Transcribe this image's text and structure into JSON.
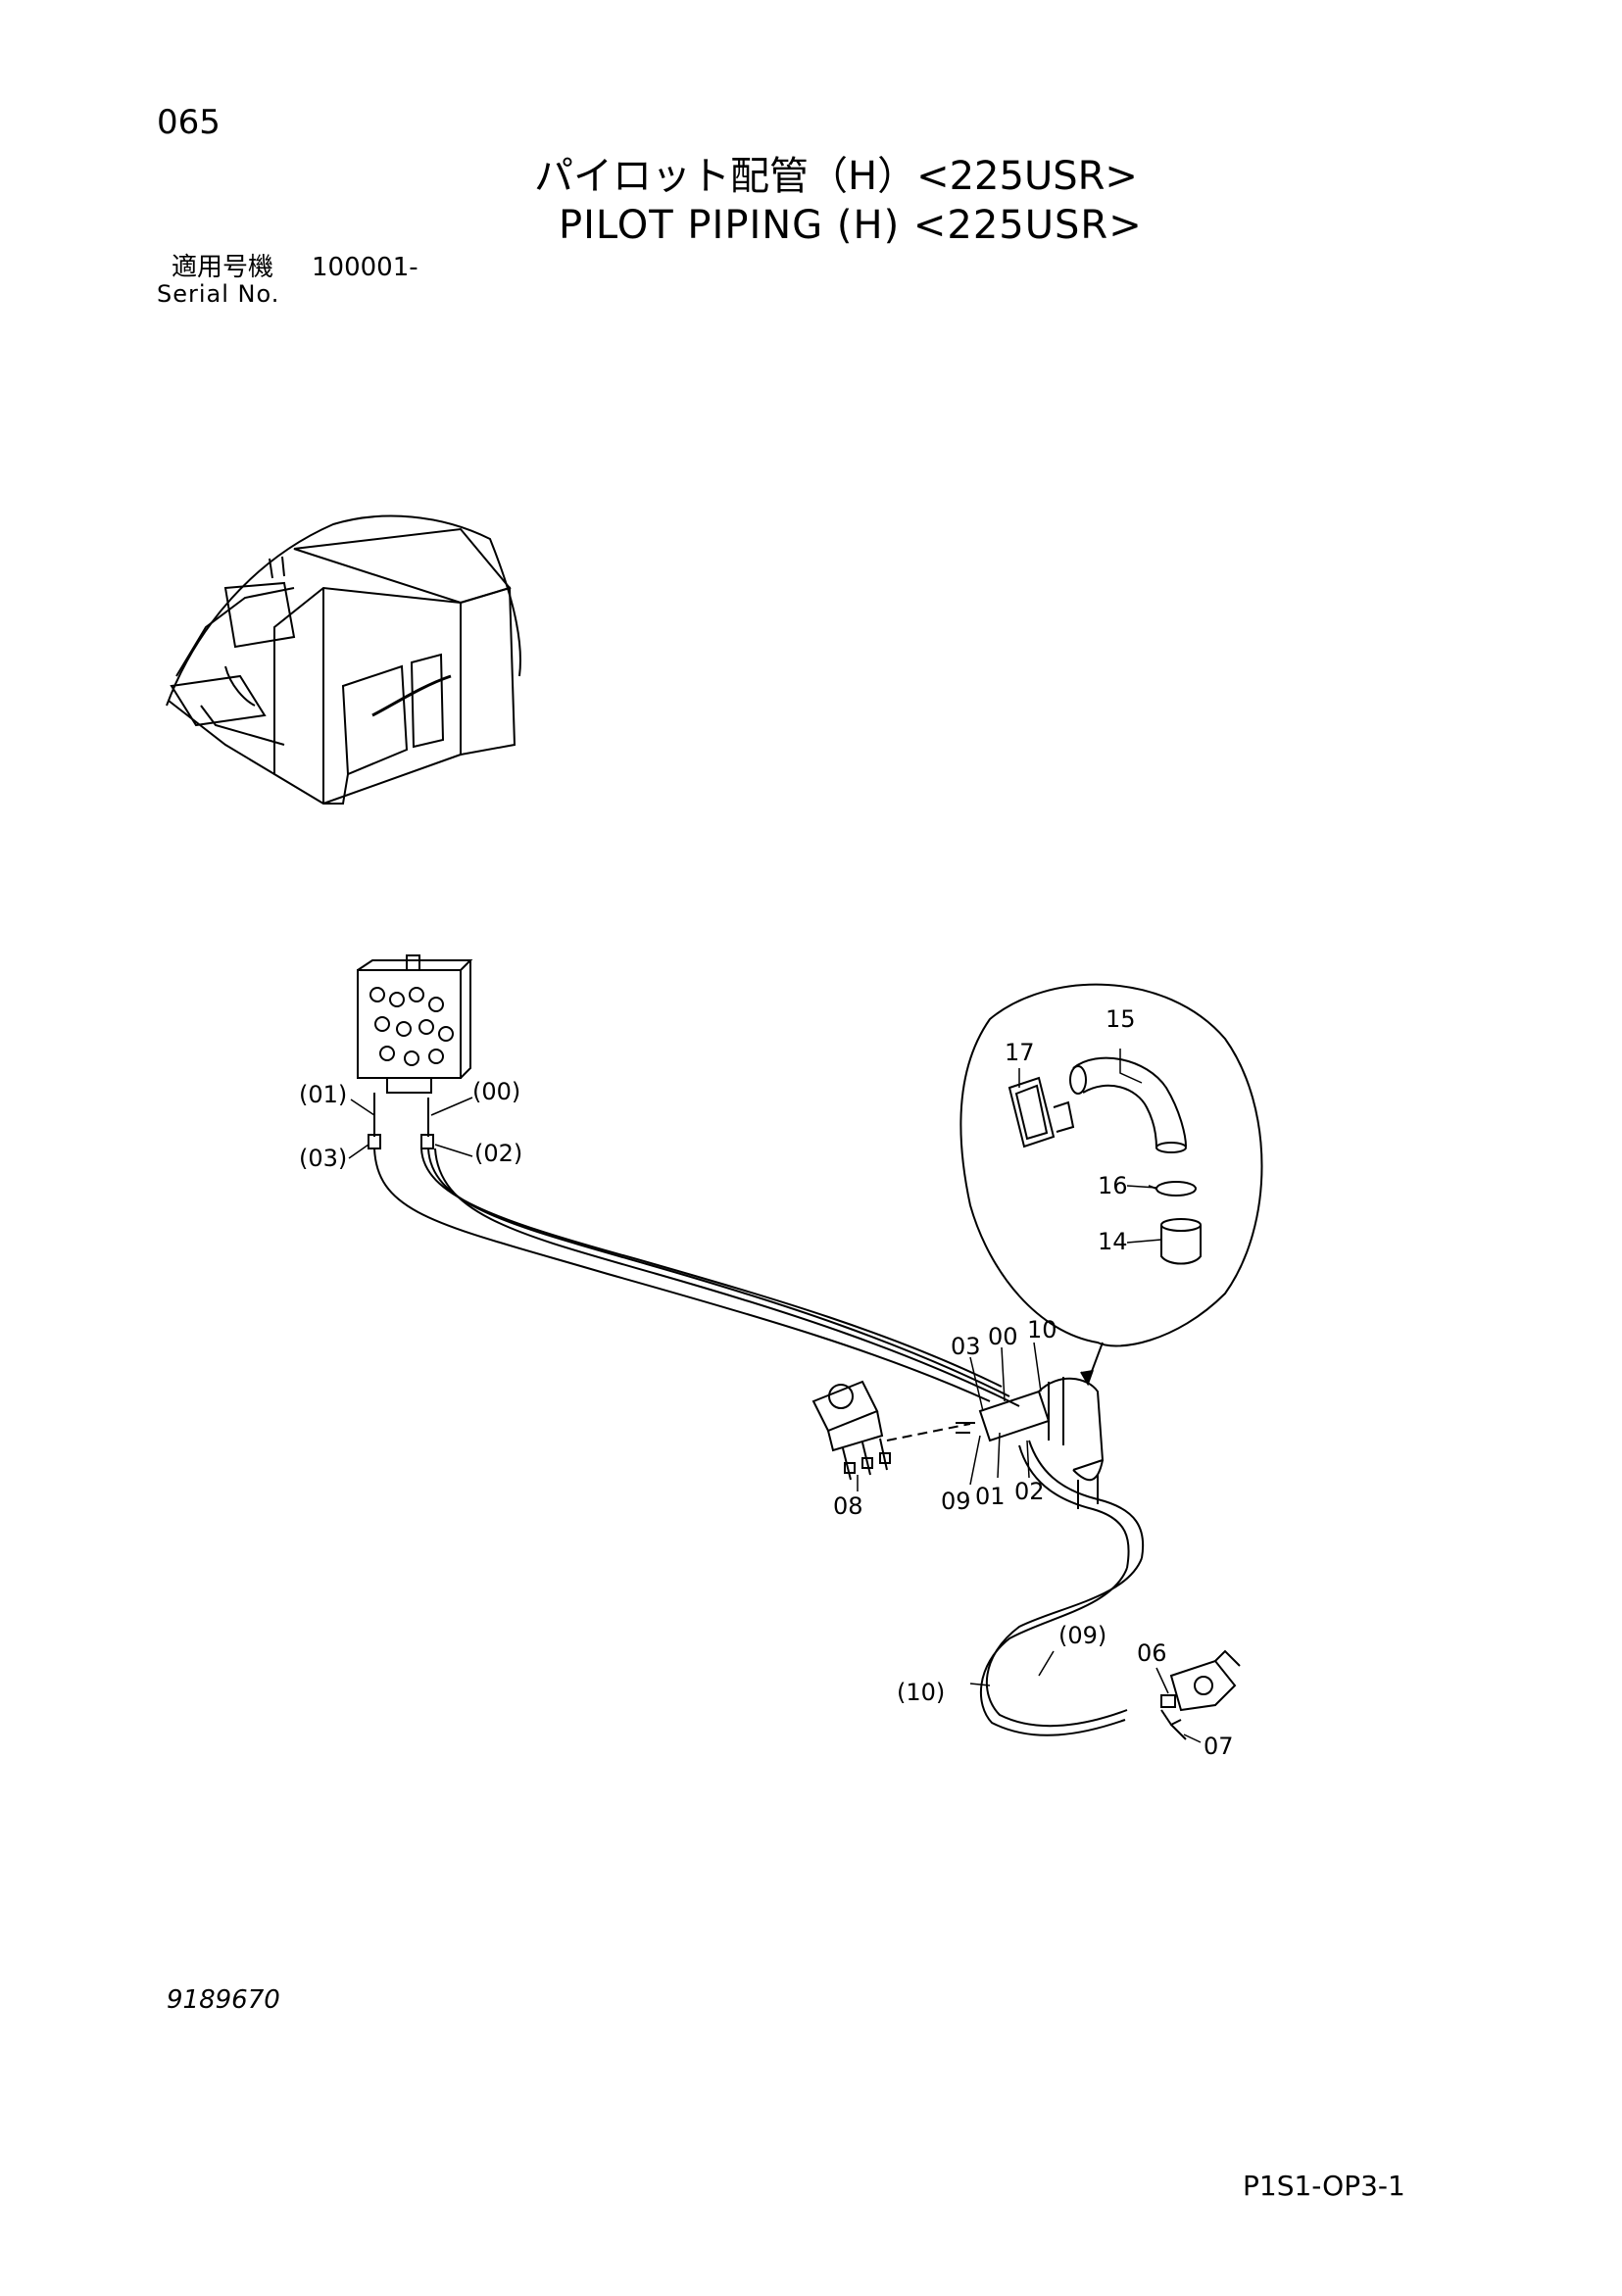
{
  "header": {
    "page_number": "065",
    "title_ja": "パイロット配管（H）<225USR>",
    "title_en": "PILOT PIPING (H) <225USR>",
    "serial_label_ja": "適用号機",
    "serial_label_en": "Serial No.",
    "serial_value": "100001-"
  },
  "callouts": {
    "c_01": "(01)",
    "c_00": "(00)",
    "c_03": "(03)",
    "c_02": "(02)",
    "c15": "15",
    "c17": "17",
    "c16": "16",
    "c14": "14",
    "c03": "03",
    "c00": "00",
    "c10": "10",
    "c08": "08",
    "c09": "09",
    "c01": "01",
    "c02": "02",
    "c_09": "(09)",
    "c06": "06",
    "c_10": "(10)",
    "c07": "07"
  },
  "footer": {
    "drawing_number": "9189670",
    "sheet_code": "P1S1-OP3-1"
  }
}
